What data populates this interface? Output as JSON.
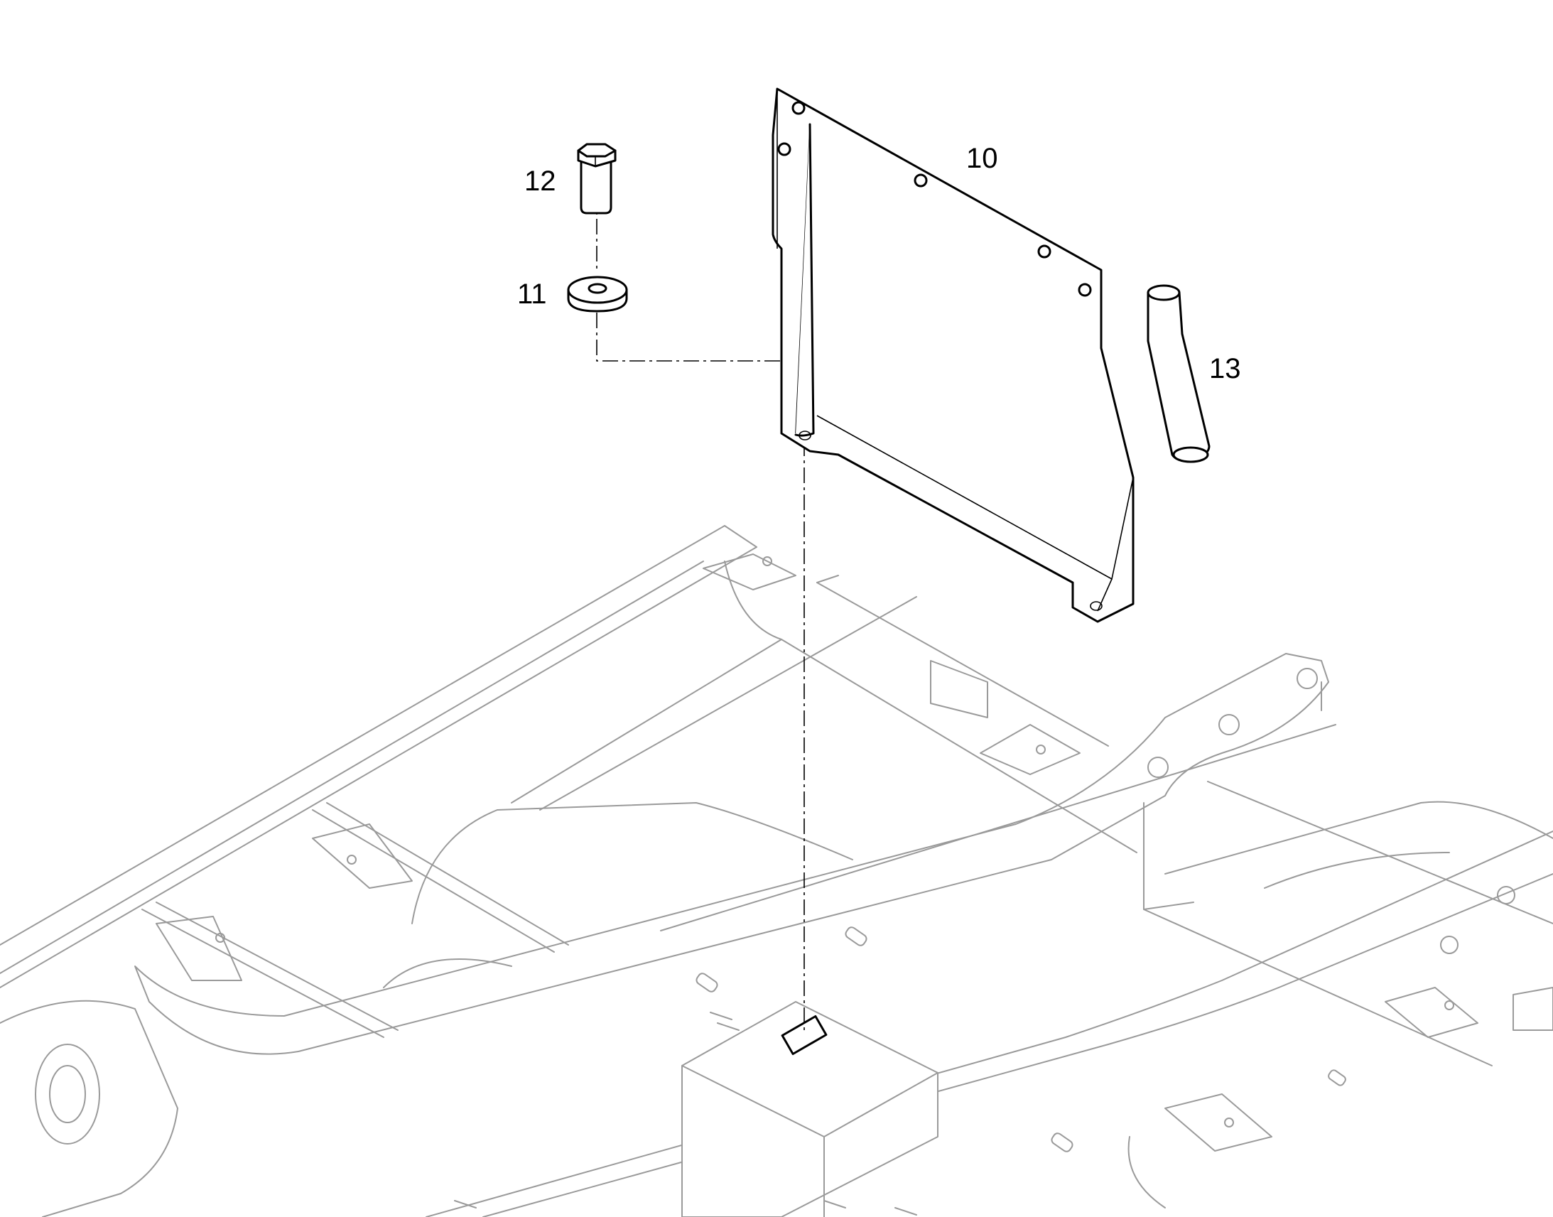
{
  "diagram": {
    "parts": [
      {
        "id": "10",
        "label": "10",
        "name": "cover-plate"
      },
      {
        "id": "11",
        "label": "11",
        "name": "washer"
      },
      {
        "id": "12",
        "label": "12",
        "name": "hex-bolt"
      },
      {
        "id": "13",
        "label": "13",
        "name": "hose"
      }
    ],
    "colors": {
      "line": "#000000",
      "frame": "#9a9a9a",
      "background": "#ffffff"
    }
  }
}
